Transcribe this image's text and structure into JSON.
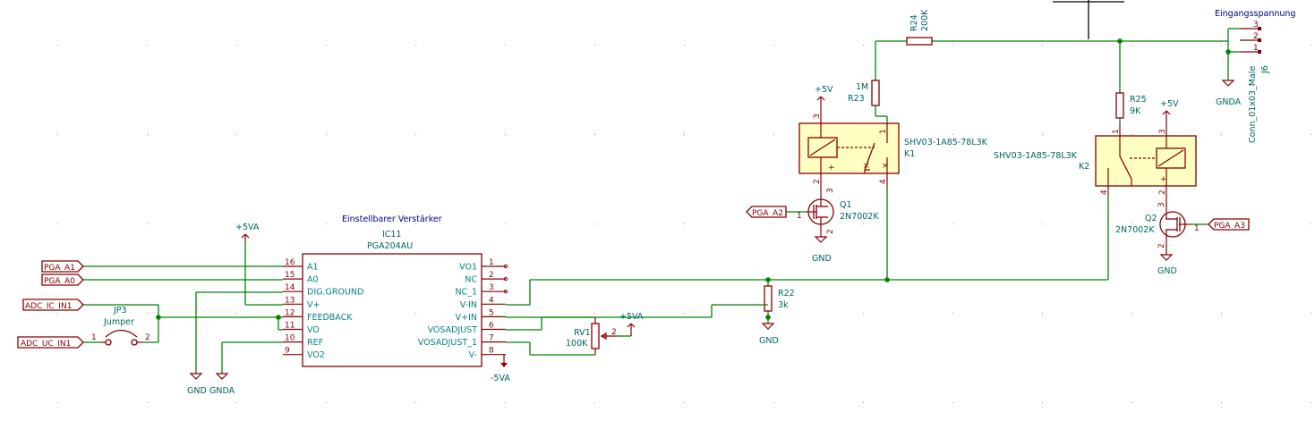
{
  "title": "Eingangsspannung",
  "amplifier": {
    "caption": "Einstellbarer Verstärker",
    "ref": "IC11",
    "value": "PGA204AU",
    "pins_left": [
      {
        "num": "16",
        "name": "A1"
      },
      {
        "num": "15",
        "name": "A0"
      },
      {
        "num": "14",
        "name": "DIG.GROUND"
      },
      {
        "num": "13",
        "name": "V+"
      },
      {
        "num": "12",
        "name": "FEEDBACK"
      },
      {
        "num": "11",
        "name": "VO"
      },
      {
        "num": "10",
        "name": "REF"
      },
      {
        "num": "9",
        "name": "VO2"
      }
    ],
    "pins_right": [
      {
        "num": "1",
        "name": "VO1"
      },
      {
        "num": "2",
        "name": "NC"
      },
      {
        "num": "3",
        "name": "NC_1"
      },
      {
        "num": "4",
        "name": "V-IN"
      },
      {
        "num": "5",
        "name": "V+IN"
      },
      {
        "num": "6",
        "name": "VOSADJUST"
      },
      {
        "num": "7",
        "name": "VOSADJUST_1"
      },
      {
        "num": "8",
        "name": "V-"
      }
    ]
  },
  "labels": {
    "pga_a1": "PGA_A1",
    "pga_a0": "PGA_A0",
    "adc_ic_in1": "ADC_IC_IN1",
    "adc_uc_in1": "ADC_UC_IN1",
    "pga_a2": "PGA_A2",
    "pga_a3": "PGA_A3"
  },
  "power": {
    "p5va_ic": "+5VA",
    "p5va_rv": "+5VA",
    "m5va": "-5VA",
    "gnd_ic": "GND",
    "gnda_ic": "GNDA",
    "gnd_r22": "GND",
    "gnd_q1": "GND",
    "gnd_q2": "GND",
    "gnda_j6": "GNDA",
    "p5v_k1": "+5V",
    "p5v_k2": "+5V"
  },
  "jumper": {
    "ref": "JP3",
    "value": "Jumper",
    "pin1": "1",
    "pin2": "2"
  },
  "rv1": {
    "ref": "RV1",
    "value": "100K",
    "wiper": "2"
  },
  "r22": {
    "ref": "R22",
    "value": "3k"
  },
  "r23": {
    "ref": "R23",
    "value": "1M"
  },
  "r24": {
    "ref": "R24",
    "value": "200K"
  },
  "r25": {
    "ref": "R25",
    "value": "9K"
  },
  "k1": {
    "ref": "K1",
    "value": "SHV03-1A85-78L3K",
    "pins": [
      "3",
      "2",
      "1",
      "4"
    ],
    "plus": "+"
  },
  "k2": {
    "ref": "K2",
    "value": "SHV03-1A85-78L3K",
    "pins": [
      "1",
      "3",
      "4",
      "2"
    ],
    "plus": "+"
  },
  "q1": {
    "ref": "Q1",
    "value": "2N7002K",
    "pins": [
      "1",
      "2",
      "3"
    ]
  },
  "q2": {
    "ref": "Q2",
    "value": "2N7002K",
    "pins": [
      "1",
      "2",
      "3"
    ]
  },
  "j6": {
    "ref": "J6",
    "value": "Conn_01x03_Male",
    "pins": [
      "3",
      "2",
      "1"
    ]
  }
}
